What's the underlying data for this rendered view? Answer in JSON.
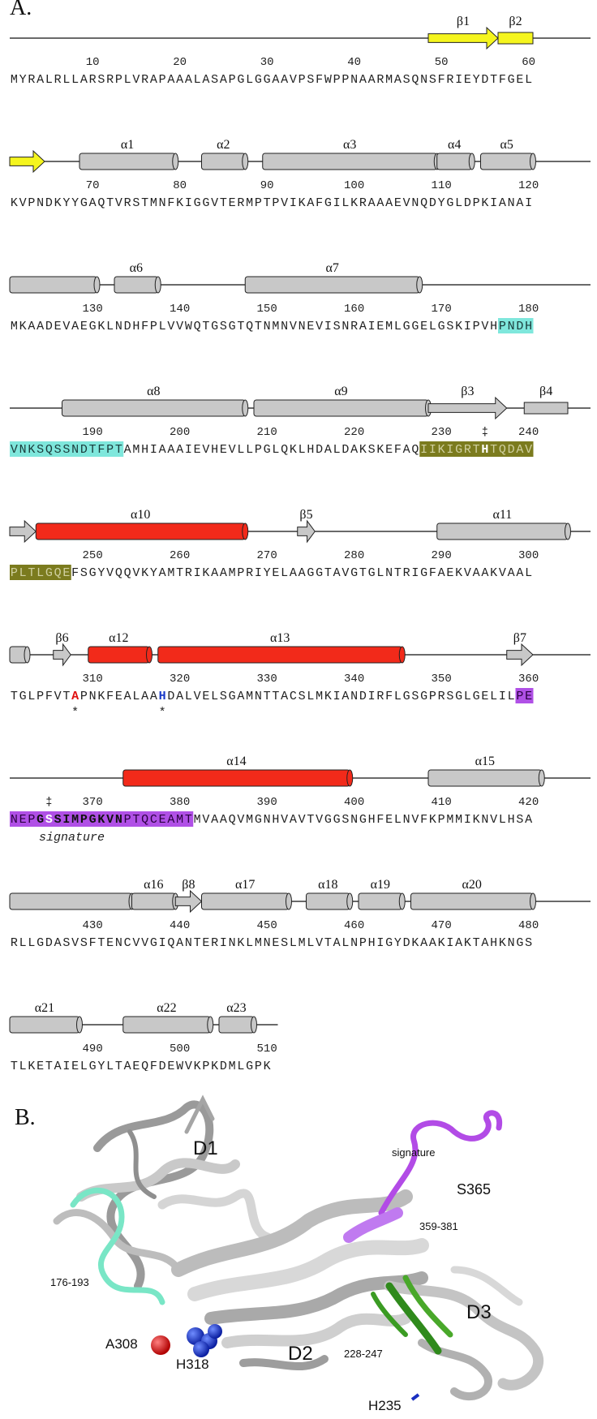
{
  "panel_a_label": "A.",
  "panel_b_label": "B.",
  "rows": [
    {
      "ticks": [
        "10",
        "20",
        "30",
        "40",
        "50",
        "60"
      ],
      "seq": "MYRALRLLARSRPLVRAPAAALASAPGLGGAAVPSFWPPNAARMASQNSFRIEYDTFGEL",
      "elements": [
        {
          "type": "arrow",
          "label": "β1",
          "start": 49,
          "end": 57,
          "color": "#f5f51e"
        },
        {
          "type": "box",
          "label": "β2",
          "start": 57,
          "end": 61,
          "color": "#f5f51e"
        }
      ]
    },
    {
      "ticks": [
        "70",
        "80",
        "90",
        "100",
        "110",
        "120"
      ],
      "seq": "KVPNDKYYGAQTVRSTMNFKIGGVTERMPTPVIKAFGILKRAAAEVNQDYGLDPKIANAI",
      "elements": [
        {
          "type": "arrow",
          "label": "",
          "start": 61,
          "end": 65,
          "color": "#f5f51e"
        },
        {
          "type": "cyl",
          "label": "α1",
          "start": 69,
          "end": 80,
          "color": "#c8c8c8"
        },
        {
          "type": "cyl",
          "label": "α2",
          "start": 83,
          "end": 88,
          "color": "#c8c8c8"
        },
        {
          "type": "cyl",
          "label": "α3",
          "start": 90,
          "end": 110,
          "color": "#c8c8c8"
        },
        {
          "type": "cyl",
          "label": "α4",
          "start": 110,
          "end": 114,
          "color": "#c8c8c8"
        },
        {
          "type": "cyl",
          "label": "α5",
          "start": 115,
          "end": 121,
          "color": "#c8c8c8"
        }
      ]
    },
    {
      "ticks": [
        "130",
        "140",
        "150",
        "160",
        "170",
        "180"
      ],
      "seq": "MKAADEVAEGKLNDHFPLVVWQTGSGTQTNMNVNEVISNRAIEMLGGELGSKIPVHPNDH",
      "elements": [
        {
          "type": "cyl",
          "label": "",
          "start": 121,
          "end": 131,
          "color": "#c8c8c8"
        },
        {
          "type": "cyl",
          "label": "α6",
          "start": 133,
          "end": 138,
          "color": "#c8c8c8"
        },
        {
          "type": "cyl",
          "label": "α7",
          "start": 148,
          "end": 168,
          "color": "#c8c8c8"
        }
      ]
    },
    {
      "ticks": [
        "190",
        "200",
        "210",
        "220",
        "230",
        "‡",
        "240"
      ],
      "seq": "VNKSQSSNDTFPTAMHIAAAIEVHEVLLPGLQKLHDALDAKSKEFAQIIKIGRTHTQDAV",
      "elements": [
        {
          "type": "cyl",
          "label": "α8",
          "start": 187,
          "end": 208,
          "color": "#c8c8c8"
        },
        {
          "type": "cyl",
          "label": "α9",
          "start": 209,
          "end": 229,
          "color": "#c8c8c8"
        },
        {
          "type": "arrow",
          "label": "β3",
          "start": 229,
          "end": 238,
          "color": "#c8c8c8"
        },
        {
          "type": "box",
          "label": "β4",
          "start": 240,
          "end": 245,
          "color": "#c8c8c8"
        }
      ]
    },
    {
      "ticks": [
        "250",
        "260",
        "270",
        "280",
        "290",
        "300"
      ],
      "seq": "PLTLGQEFSGYVQQVKYAMTRIKAAMPRIYELAAGGTAVGTGLNTRIGFAEKVAAKVAAL",
      "elements": [
        {
          "type": "arrow",
          "label": "",
          "start": 241,
          "end": 244,
          "color": "#c8c8c8"
        },
        {
          "type": "cyl",
          "label": "α10",
          "start": 244,
          "end": 268,
          "color": "#f22a1a"
        },
        {
          "type": "arrow",
          "label": "β5",
          "start": 274,
          "end": 276,
          "color": "#c8c8c8"
        },
        {
          "type": "cyl",
          "label": "α11",
          "start": 290,
          "end": 305,
          "color": "#c8c8c8"
        }
      ]
    },
    {
      "ticks": [
        "310",
        "320",
        "330",
        "340",
        "350",
        "360"
      ],
      "seq": "TGLPFVTAPNKFEALAAHDALVELSGAMNTTACSLMKIANDIRFLGSGPRSGLGELILPE",
      "elements": [
        {
          "type": "cyl",
          "label": "",
          "start": 301,
          "end": 303,
          "color": "#c8c8c8"
        },
        {
          "type": "arrow",
          "label": "β6",
          "start": 306,
          "end": 308,
          "color": "#c8c8c8"
        },
        {
          "type": "cyl",
          "label": "α12",
          "start": 310,
          "end": 317,
          "color": "#f22a1a"
        },
        {
          "type": "cyl",
          "label": "α13",
          "start": 318,
          "end": 346,
          "color": "#f22a1a"
        },
        {
          "type": "arrow",
          "label": "β7",
          "start": 358,
          "end": 361,
          "color": "#c8c8c8"
        }
      ]
    },
    {
      "ticks": [
        "‡",
        "370",
        "380",
        "390",
        "400",
        "410",
        "420"
      ],
      "seq": "NEPGSSIMPGKVNPTQCEAMTMVAAQVMGNHVAVTVGGSNGHFELNVFKPMMIKNVLHSA",
      "elements": [
        {
          "type": "cyl",
          "label": "α14",
          "start": 374,
          "end": 400,
          "color": "#f22a1a"
        },
        {
          "type": "cyl",
          "label": "α15",
          "start": 409,
          "end": 422,
          "color": "#c8c8c8"
        }
      ]
    },
    {
      "ticks": [
        "430",
        "440",
        "450",
        "460",
        "470",
        "480"
      ],
      "seq": "RLLGDASVSFTENCVVGIQANTERINKLMNESLMLVTALNPHIGYDKAAKIAKTAHKNGS",
      "elements": [
        {
          "type": "cyl",
          "label": "",
          "start": 421,
          "end": 435,
          "color": "#c8c8c8"
        },
        {
          "type": "cyl",
          "label": "α16",
          "start": 435,
          "end": 440,
          "color": "#c8c8c8"
        },
        {
          "type": "arrow",
          "label": "β8",
          "start": 440,
          "end": 443,
          "color": "#c8c8c8"
        },
        {
          "type": "cyl",
          "label": "α17",
          "start": 443,
          "end": 453,
          "color": "#c8c8c8"
        },
        {
          "type": "cyl",
          "label": "α18",
          "start": 455,
          "end": 460,
          "color": "#c8c8c8"
        },
        {
          "type": "cyl",
          "label": "α19",
          "start": 461,
          "end": 466,
          "color": "#c8c8c8"
        },
        {
          "type": "cyl",
          "label": "α20",
          "start": 467,
          "end": 481,
          "color": "#c8c8c8"
        }
      ]
    },
    {
      "ticks": [
        "490",
        "500",
        "510"
      ],
      "seq": "TLKETAIELGYLTAEQFDEWVKPKDMLGPK",
      "elements": [
        {
          "type": "cyl",
          "label": "α21",
          "start": 481,
          "end": 489,
          "color": "#c8c8c8"
        },
        {
          "type": "cyl",
          "label": "α22",
          "start": 494,
          "end": 504,
          "color": "#c8c8c8"
        },
        {
          "type": "cyl",
          "label": "α23",
          "start": 505,
          "end": 509,
          "color": "#c8c8c8"
        }
      ]
    }
  ],
  "highlights": [
    {
      "start": 177,
      "end": 193,
      "bg": "#7fe7dc",
      "fg": "#1a3a3a"
    },
    {
      "start": 228,
      "end": 247,
      "bg": "#7b7b1e",
      "fg": "#d0d0a0"
    },
    {
      "start": 359,
      "end": 381,
      "bg": "#b050e6",
      "fg": "#2a0040"
    }
  ],
  "special_residues": [
    {
      "pos": 235,
      "fg": "#ffffff",
      "bold": true
    },
    {
      "pos": 308,
      "fg": "#e01010",
      "bold": true
    },
    {
      "pos": 318,
      "fg": "#1a3ac8",
      "bold": true
    },
    {
      "pos": 365,
      "fg": "#ffffff",
      "bold": true
    }
  ],
  "bold_ranges": [
    {
      "start": 364,
      "end": 373,
      "fg": "#111111"
    }
  ],
  "asterisks": [
    "*",
    "*"
  ],
  "signature_label": "signature",
  "structure_labels": {
    "d1": "D1",
    "d2": "D2",
    "d3": "D3",
    "signature": "signature",
    "s365": "S365",
    "r359": "359-381",
    "r176": "176-193",
    "a308": "A308",
    "h318": "H318",
    "r228": "228-247",
    "h235": "H235"
  }
}
